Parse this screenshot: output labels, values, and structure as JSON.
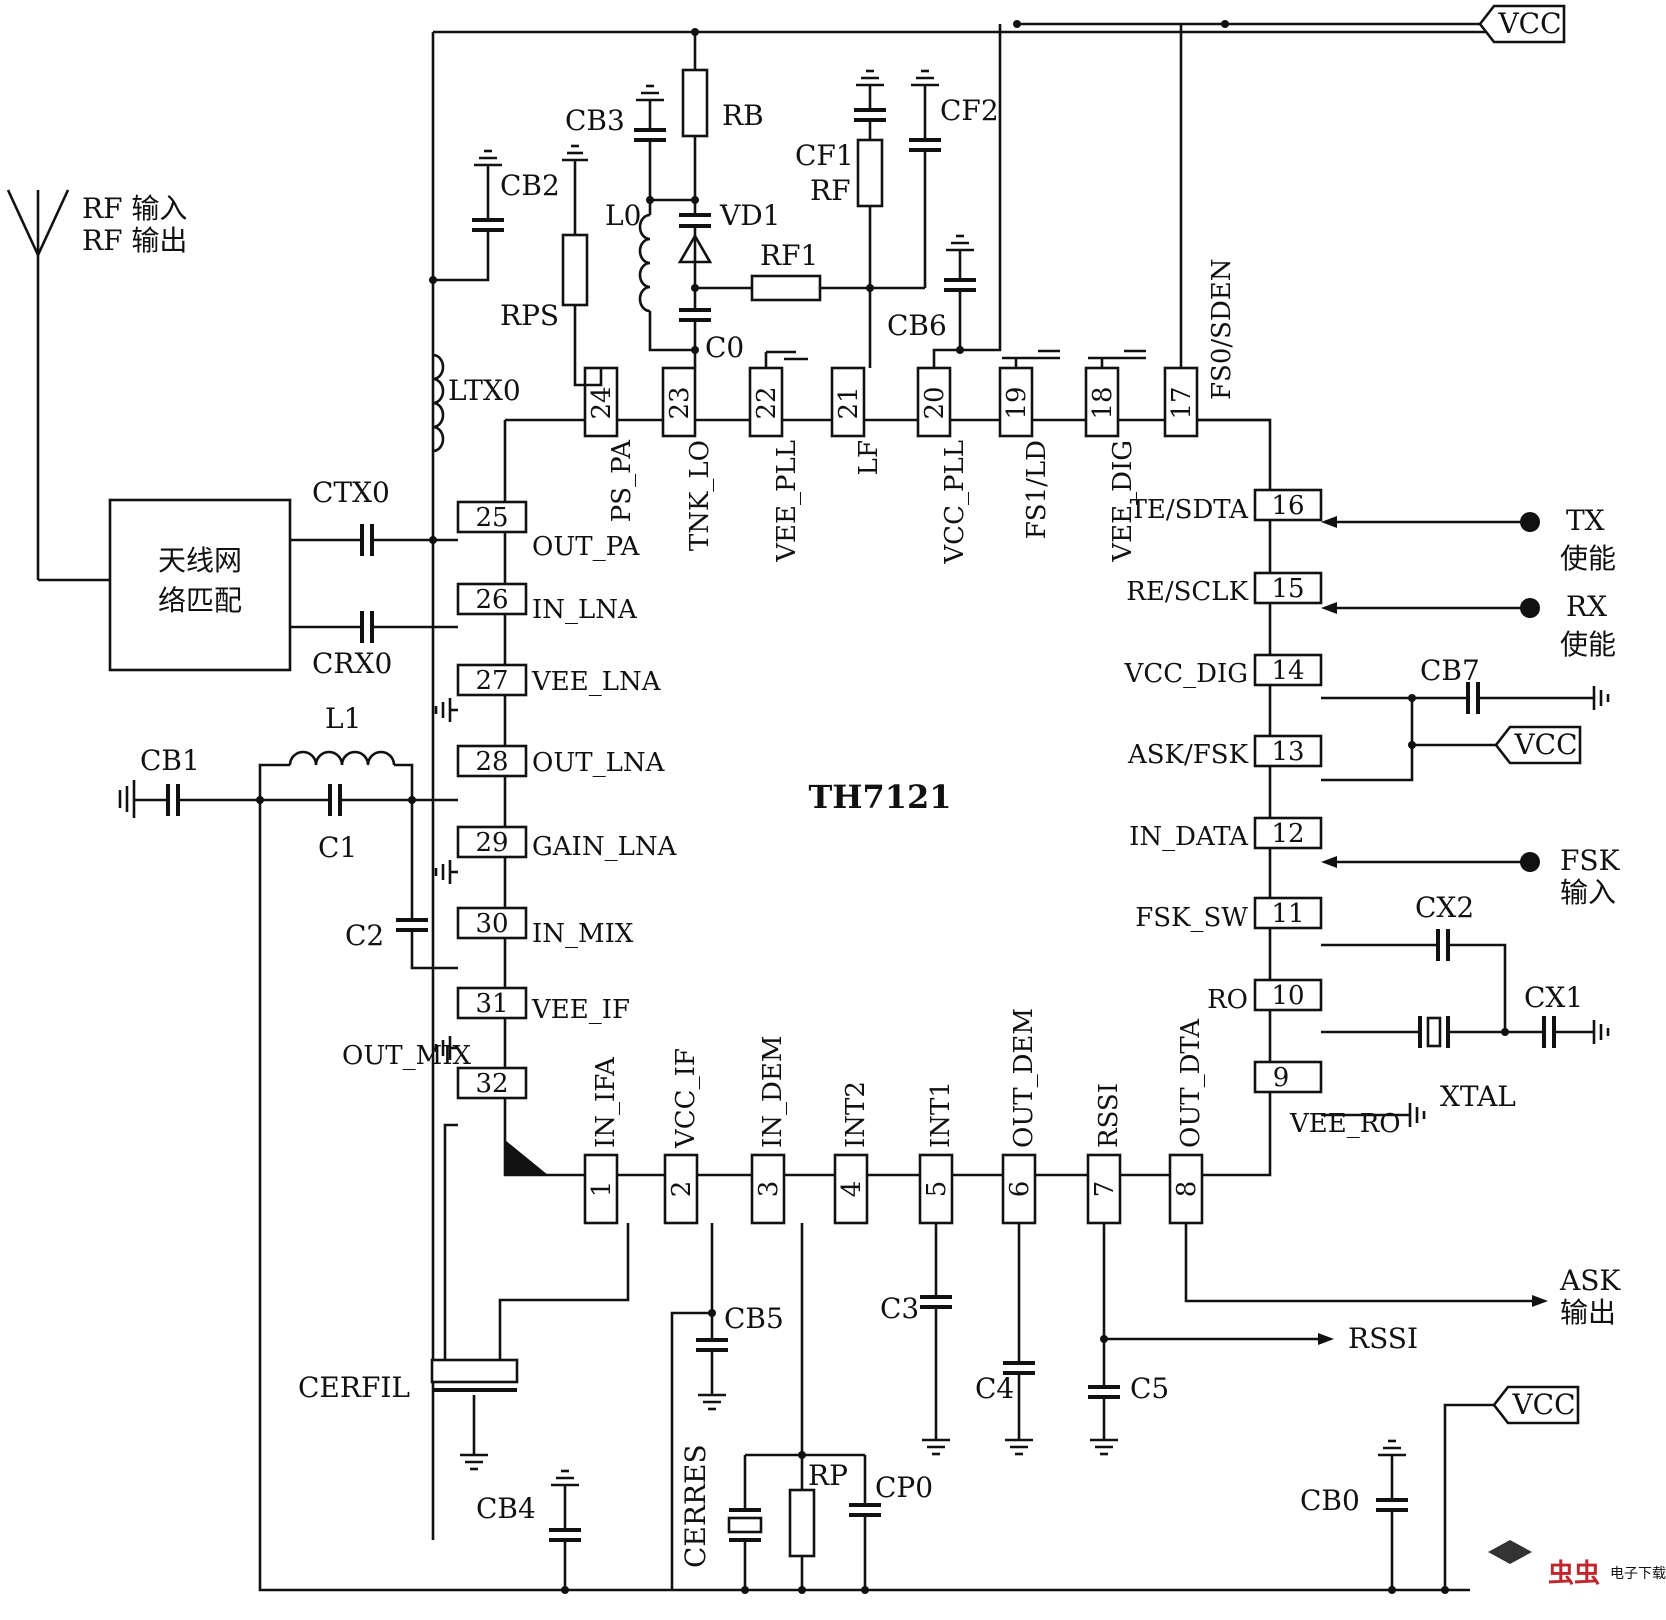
{
  "chip": "TH7121",
  "vcc": "VCC",
  "antenna": {
    "line1": "RF 输入",
    "line2": "RF 输出"
  },
  "matching_network": {
    "line1": "天线网",
    "line2": "络匹配"
  },
  "pins_top": [
    {
      "num": "24",
      "name": "PS_PA"
    },
    {
      "num": "23",
      "name": "TNK_LO"
    },
    {
      "num": "22",
      "name": "VEE_PLL"
    },
    {
      "num": "21",
      "name": "LF"
    },
    {
      "num": "20",
      "name": "VCC_PLL"
    },
    {
      "num": "19",
      "name": "FS1/LD"
    },
    {
      "num": "18",
      "name": "VEE_DIG"
    },
    {
      "num": "17",
      "name": "FS0/SDEN"
    }
  ],
  "pins_left": [
    {
      "num": "25",
      "name": "OUT_PA"
    },
    {
      "num": "26",
      "name": "IN_LNA"
    },
    {
      "num": "27",
      "name": "VEE_LNA"
    },
    {
      "num": "28",
      "name": "OUT_LNA"
    },
    {
      "num": "29",
      "name": "GAIN_LNA"
    },
    {
      "num": "30",
      "name": "IN_MIX"
    },
    {
      "num": "31",
      "name": "VEE_IF"
    },
    {
      "num": "32",
      "name": "OUT_MIX"
    }
  ],
  "pins_right": [
    {
      "num": "16",
      "name": "TE/SDTA"
    },
    {
      "num": "15",
      "name": "RE/SCLK"
    },
    {
      "num": "14",
      "name": "VCC_DIG"
    },
    {
      "num": "13",
      "name": "ASK/FSK"
    },
    {
      "num": "12",
      "name": "IN_DATA"
    },
    {
      "num": "11",
      "name": "FSK_SW"
    },
    {
      "num": "10",
      "name": "RO"
    },
    {
      "num": "9",
      "name": "VEE_RO"
    }
  ],
  "pins_bottom": [
    {
      "num": "1",
      "name": "IN_IFA"
    },
    {
      "num": "2",
      "name": "VCC_IF"
    },
    {
      "num": "3",
      "name": "IN_DEM"
    },
    {
      "num": "4",
      "name": "INT2"
    },
    {
      "num": "5",
      "name": "INT1"
    },
    {
      "num": "6",
      "name": "OUT_DEM"
    },
    {
      "num": "7",
      "name": "RSSI"
    },
    {
      "num": "8",
      "name": "OUT_DTA"
    }
  ],
  "components": {
    "CB3": "CB3",
    "RB": "RB",
    "CB2": "CB2",
    "L0": "L0",
    "VD1": "VD1",
    "CF1": "CF1",
    "RF": "RF",
    "CF2": "CF2",
    "RF1": "RF1",
    "RPS": "RPS",
    "C0": "C0",
    "CB6": "CB6",
    "LTX0": "LTX0",
    "CTX0": "CTX0",
    "CRX0": "CRX0",
    "L1": "L1",
    "CB1": "CB1",
    "C1": "C1",
    "C2": "C2",
    "CB7": "CB7",
    "CX2": "CX2",
    "CX1": "CX1",
    "XTAL": "XTAL",
    "CB5": "CB5",
    "C3": "C3",
    "C4": "C4",
    "C5": "C5",
    "CERFIL": "CERFIL",
    "CERRES": "CERRES",
    "RP": "RP",
    "CP0": "CP0",
    "CB4": "CB4",
    "CB0": "CB0"
  },
  "signals": {
    "tx_enable": {
      "line1": "TX",
      "line2": "使能"
    },
    "rx_enable": {
      "line1": "RX",
      "line2": "使能"
    },
    "fsk_input": {
      "line1": "FSK",
      "line2": "输入"
    },
    "ask_output": {
      "line1": "ASK",
      "line2": "输出"
    },
    "rssi": "RSSI"
  },
  "watermark": "电子下载站"
}
